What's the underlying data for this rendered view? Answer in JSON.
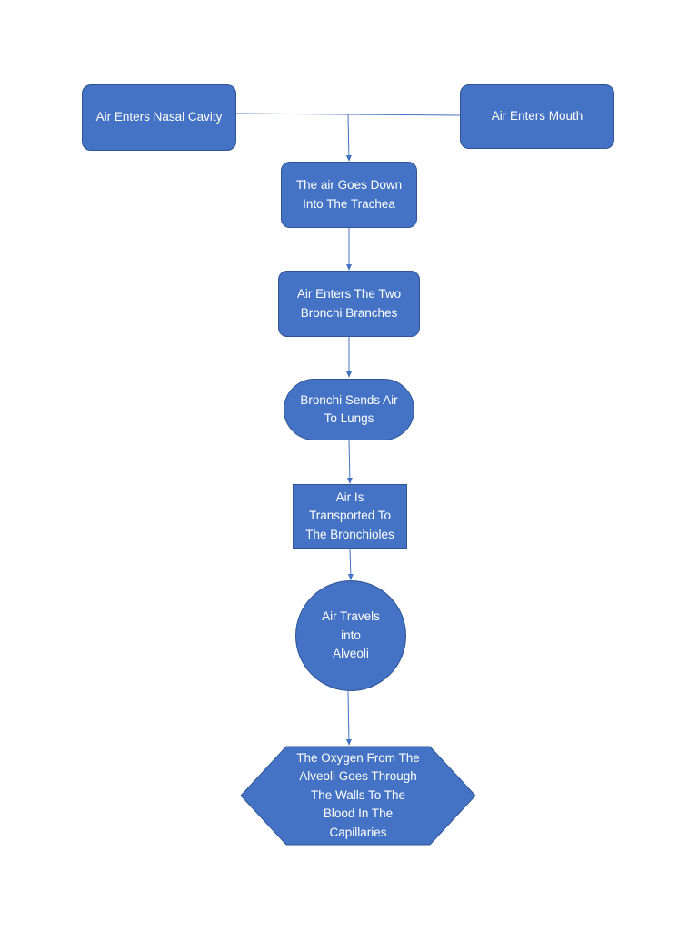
{
  "diagram": {
    "nodes": {
      "nasal": {
        "label": "Air Enters Nasal Cavity"
      },
      "mouth": {
        "label": "Air Enters Mouth"
      },
      "trachea": {
        "label": "The air Goes Down\nInto The Trachea"
      },
      "bronchi_branches": {
        "label": "Air Enters The Two\nBronchi Branches"
      },
      "lungs": {
        "label": "Bronchi Sends Air\nTo Lungs"
      },
      "bronchioles": {
        "label": "Air Is\nTransported To\nThe Bronchioles"
      },
      "alveoli": {
        "label": "Air Travels\ninto\nAlveoli"
      },
      "capillaries": {
        "label": "The Oxygen From The\nAlveoli Goes Through\nThe Walls To The\nBlood In The\nCapillaries"
      }
    },
    "edges": [
      {
        "from": "nasal",
        "to": "trachea"
      },
      {
        "from": "mouth",
        "to": "trachea"
      },
      {
        "from": "trachea",
        "to": "bronchi_branches"
      },
      {
        "from": "bronchi_branches",
        "to": "lungs"
      },
      {
        "from": "lungs",
        "to": "bronchioles"
      },
      {
        "from": "bronchioles",
        "to": "alveoli"
      },
      {
        "from": "alveoli",
        "to": "capillaries"
      }
    ],
    "colors": {
      "fill": "#4472c4",
      "border": "#2f5597",
      "text": "#ffffff",
      "connector": "#4472c4"
    }
  }
}
